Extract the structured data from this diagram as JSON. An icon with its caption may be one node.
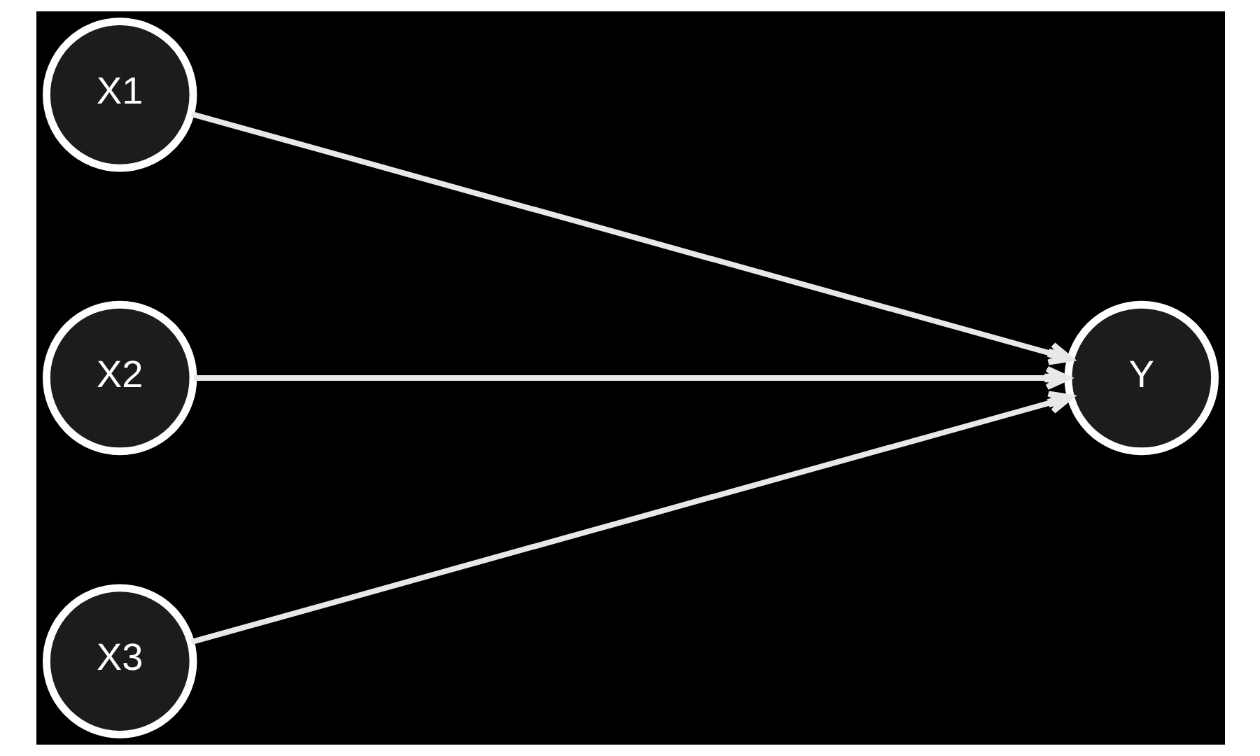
{
  "diagram": {
    "nodes": [
      {
        "text": [
          "X1"
        ]
      },
      {
        "text": [
          "X2"
        ]
      },
      {
        "text": [
          "X3"
        ]
      },
      {
        "text": [
          "Y"
        ]
      }
    ],
    "edges": [
      {
        "from": 0,
        "to": 3,
        "arrow": "to"
      },
      {
        "from": 1,
        "to": 3,
        "arrow": "to"
      },
      {
        "from": 2,
        "to": 3,
        "arrow": "to"
      }
    ]
  }
}
